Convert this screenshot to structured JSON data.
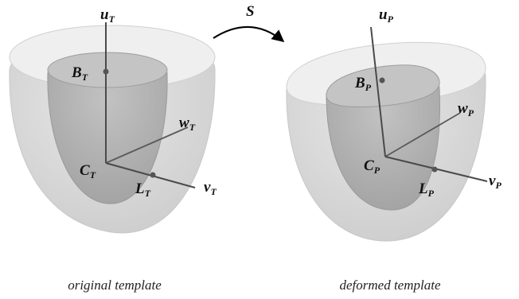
{
  "map_label": "S",
  "left": {
    "caption": "original template",
    "labels": {
      "u": {
        "base": "u",
        "sub": "T"
      },
      "w": {
        "base": "w",
        "sub": "T"
      },
      "v": {
        "base": "v",
        "sub": "T"
      },
      "B": {
        "base": "B",
        "sub": "T"
      },
      "C": {
        "base": "C",
        "sub": "T"
      },
      "L": {
        "base": "L",
        "sub": "T"
      }
    }
  },
  "right": {
    "caption": "deformed template",
    "labels": {
      "u": {
        "base": "u",
        "sub": "P"
      },
      "w": {
        "base": "w",
        "sub": "P"
      },
      "v": {
        "base": "v",
        "sub": "P"
      },
      "B": {
        "base": "B",
        "sub": "P"
      },
      "C": {
        "base": "C",
        "sub": "P"
      },
      "L": {
        "base": "L",
        "sub": "P"
      }
    }
  },
  "colors": {
    "outer_shell": "#dcdcdc",
    "outer_rim": "#eeeeee",
    "inner_shell": "#b3b3b3",
    "inner_rim": "#c6c6c6",
    "axis": "#4a4a4a",
    "point": "#555555"
  }
}
